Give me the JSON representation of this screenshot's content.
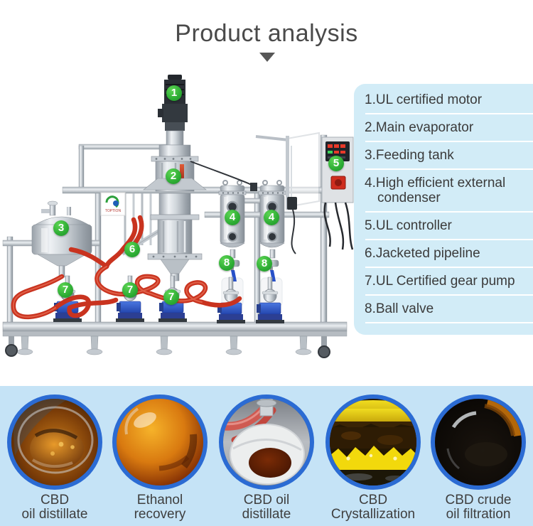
{
  "header": {
    "title": "Product analysis"
  },
  "machine": {
    "logo_text": "TOPTION",
    "badge_color": "#2fb43a",
    "badges": [
      {
        "n": "1"
      },
      {
        "n": "2"
      },
      {
        "n": "3"
      },
      {
        "n": "4"
      },
      {
        "n": "4"
      },
      {
        "n": "5"
      },
      {
        "n": "6"
      },
      {
        "n": "7"
      },
      {
        "n": "7"
      },
      {
        "n": "7"
      },
      {
        "n": "8"
      },
      {
        "n": "8"
      }
    ]
  },
  "parts_list": {
    "bg": "#d2ecf7",
    "items": [
      "1.UL certified motor",
      "2.Main evaporator",
      "3.Feeding tank",
      "4.High efficient external\ncondenser",
      "5.UL controller",
      "6.Jacketed pipeline",
      "7.UL Certified gear pump",
      "8.Ball valve"
    ]
  },
  "products": {
    "band_bg": "#c5e3f6",
    "circle_border": "#2b6bd3",
    "items": [
      {
        "line1": "CBD",
        "line2": "oil distillate"
      },
      {
        "line1": "Ethanol",
        "line2": "recovery"
      },
      {
        "line1": "CBD oil",
        "line2": "distillate"
      },
      {
        "line1": "CBD",
        "line2": "Crystallization"
      },
      {
        "line1": "CBD crude",
        "line2": "oil filtration"
      }
    ]
  }
}
